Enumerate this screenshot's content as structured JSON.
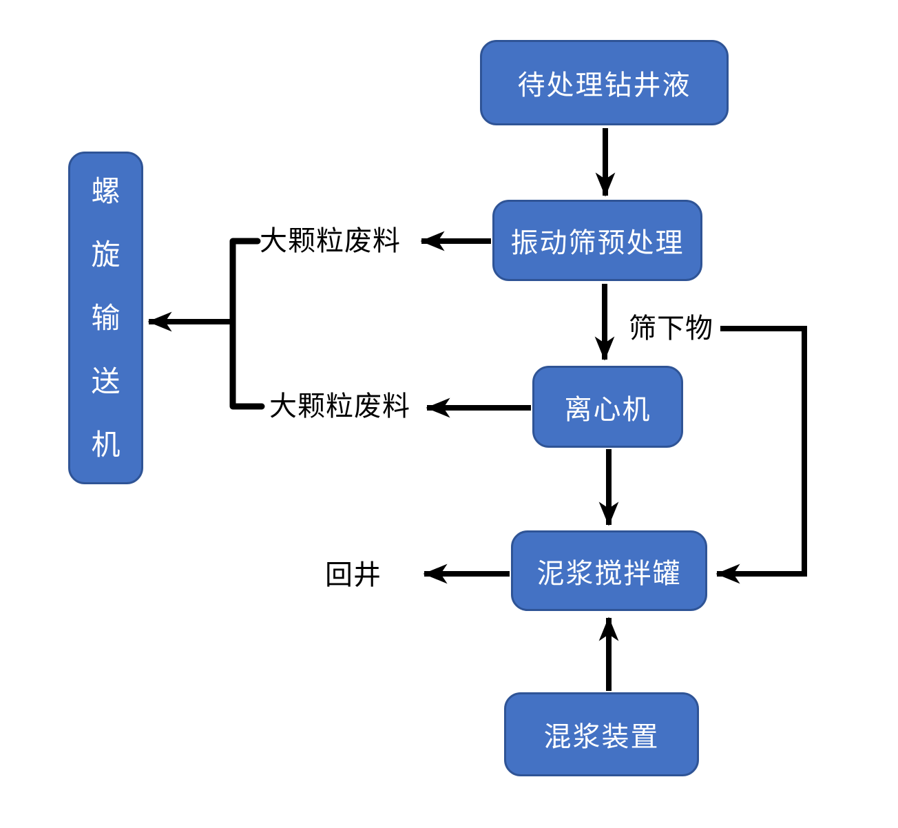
{
  "nodes": {
    "drilling_fluid": {
      "label": "待处理钻井液"
    },
    "shaker_pretreatment": {
      "label": "振动筛预处理"
    },
    "screw_conveyor": {
      "label": "螺旋输送机"
    },
    "centrifuge": {
      "label": "离心机"
    },
    "mud_mixing_tank": {
      "label": "泥浆搅拌罐"
    },
    "slurry_mixing_device": {
      "label": "混浆装置"
    }
  },
  "edge_labels": {
    "large_particle_waste_top": "大颗粒废料",
    "large_particle_waste_bottom": "大颗粒废料",
    "undersize_material": "筛下物",
    "return_to_well": "回井"
  },
  "edges": [
    {
      "from": "待处理钻井液",
      "to": "振动筛预处理"
    },
    {
      "from": "振动筛预处理",
      "to": "大颗粒废料(上)"
    },
    {
      "from": "振动筛预处理",
      "to": "离心机",
      "label": "筛下物"
    },
    {
      "from": "离心机",
      "to": "大颗粒废料(下)"
    },
    {
      "from": "大颗粒废料",
      "to": "螺旋输送机"
    },
    {
      "from": "离心机",
      "to": "泥浆搅拌罐"
    },
    {
      "from": "筛下物",
      "to": "泥浆搅拌罐"
    },
    {
      "from": "泥浆搅拌罐",
      "to": "回井"
    },
    {
      "from": "混浆装置",
      "to": "泥浆搅拌罐"
    }
  ],
  "colors": {
    "node_fill": "#4472C4",
    "node_border": "#2F5496",
    "node_text": "#FFFFFF",
    "connector": "#000000",
    "label_text": "#000000",
    "background": "#FFFFFF"
  }
}
